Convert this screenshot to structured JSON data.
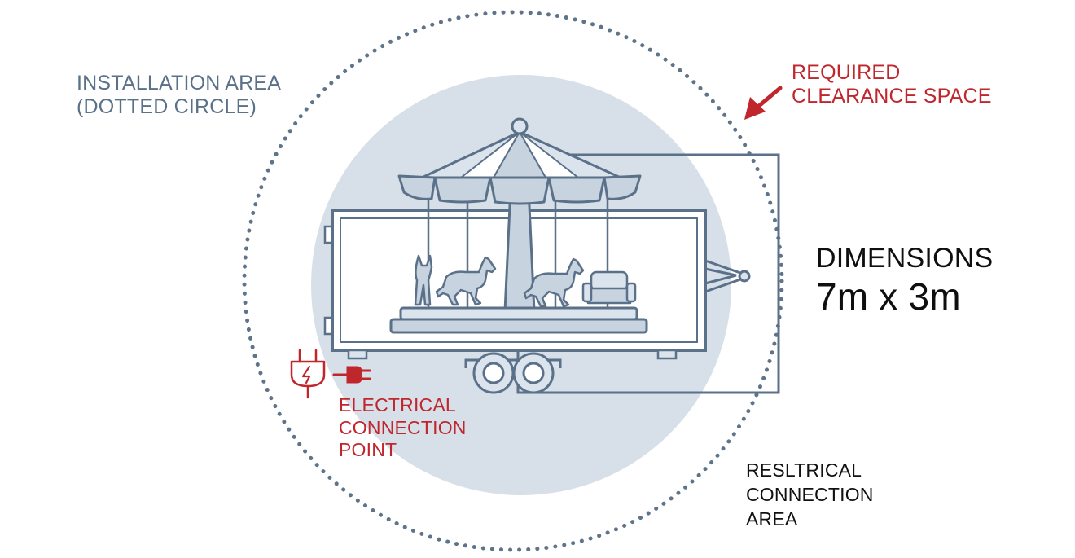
{
  "labels": {
    "installation_area": [
      "INSTALLATION AREA",
      "(DOTTED CIRCLE)"
    ],
    "clearance_space": [
      "REQUIRED",
      "CLEARANCE SPACE"
    ],
    "dimensions": [
      "DIMENSIONS",
      "7m x 3m"
    ],
    "electrical_point": [
      "ELECTRICAL",
      "CONNECTION",
      "POINT"
    ],
    "connection_area": [
      "RESLTRICAL",
      "CONNECTION",
      "AREA"
    ]
  },
  "icons": [
    "plug-icon",
    "power-connector-icon",
    "arrow-icon",
    "carousel-icon",
    "horse-icon",
    "dog-icon",
    "bench-icon"
  ],
  "colors": {
    "outline": "#5b7189",
    "fill_light": "#dbe3ec",
    "clearance_circle": "#d7dfe8",
    "accent_red": "#c0272d",
    "dots": "#5f748a"
  }
}
